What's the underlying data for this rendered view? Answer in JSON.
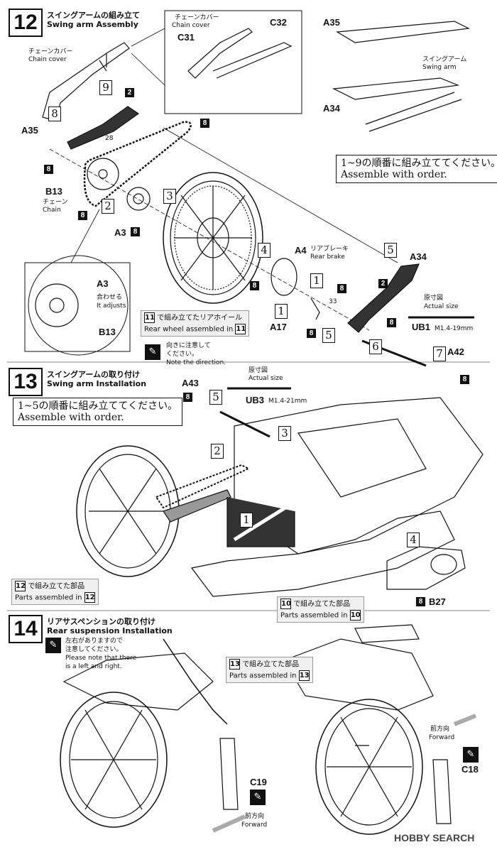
{
  "step12": {
    "number": "12",
    "title_jp": "スイングアームの組み立て",
    "title_en": "Swing arm Assembly",
    "inset_chain_cover": {
      "jp": "チェーンカバー",
      "en": "Chain cover",
      "c31": "C31",
      "c32": "C32"
    },
    "chain_cover": {
      "jp": "チェーンカバー",
      "en": "Chain cover"
    },
    "swing_arm_diagram": {
      "a35": "A35",
      "a34": "A34",
      "jp": "スイングアーム",
      "en": "Swing arm"
    },
    "order_note": {
      "jp": "1~9の順番に組み立ててください。",
      "en": "Assemble with order."
    },
    "labels": {
      "a35": "A35",
      "b13": "B13",
      "chain_jp": "チェーン",
      "chain_en": "Chain",
      "a3": "A3",
      "a4": "A4",
      "rear_brake_jp": "リアブレーキ",
      "rear_brake_en": "Rear brake",
      "a34": "A34",
      "a17": "A17",
      "ub1": "UB1",
      "ub1_size": "M1.4-19mm",
      "actual_jp": "原寸図",
      "actual_en": "Actual size",
      "a42": "A42",
      "chain_count": "28",
      "brake_count": "33"
    },
    "detail": {
      "a3": "A3",
      "b13": "B13",
      "adjust_jp": "合わせる",
      "adjust_en": "It adjusts"
    },
    "rear_wheel": {
      "num": "11",
      "jp": "で組み立てたリアホイール",
      "en": "Rear wheel assembled in",
      "num2": "11"
    },
    "direction_note": {
      "jp1": "向きに注意して",
      "jp2": "ください。",
      "en": "Note the direction."
    },
    "orders": [
      "1",
      "2",
      "3",
      "4",
      "5",
      "6",
      "7",
      "8",
      "9"
    ],
    "parts": {
      "two": "2",
      "eight": "8"
    }
  },
  "step13": {
    "number": "13",
    "title_jp": "スイングアームの取り付け",
    "title_en": "Swing arm Installation",
    "order_note": {
      "jp": "1~5の順番に組み立ててください。",
      "en": "Assemble with order."
    },
    "labels": {
      "a43": "A43",
      "ub3": "UB3",
      "ub3_size": "M1.4-21mm",
      "actual_jp": "原寸図",
      "actual_en": "Actual size",
      "b27": "B27"
    },
    "orders": [
      "1",
      "2",
      "3",
      "4",
      "5"
    ],
    "assembled_12": {
      "num": "12",
      "jp": "で組み立てた部品",
      "en": "Parts assembled in",
      "num2": "12"
    },
    "assembled_10": {
      "num": "10",
      "jp": "で組み立てた部品",
      "en": "Parts assembled in",
      "num2": "10"
    }
  },
  "step14": {
    "number": "14",
    "title_jp": "リアサスペンションの取り付け",
    "title_en": "Rear suspension Installation",
    "note": {
      "jp1": "左右がありますので",
      "jp2": "注意してください。",
      "en1": "Please note that there",
      "en2": "is a left and right."
    },
    "assembled_13": {
      "num": "13",
      "jp": "で組み立てた部品",
      "en": "Parts assembled in",
      "num2": "13"
    },
    "c19": "C19",
    "c18": "C18",
    "forward_left": {
      "jp": "前方向",
      "en": "Forward"
    },
    "forward_right": {
      "jp": "前方向",
      "en": "Forward"
    }
  },
  "watermark": "HOBBY SEARCH",
  "colors": {
    "ink": "#111111",
    "grey": "#f0f0f0",
    "arrow": "#b0b0b0"
  }
}
